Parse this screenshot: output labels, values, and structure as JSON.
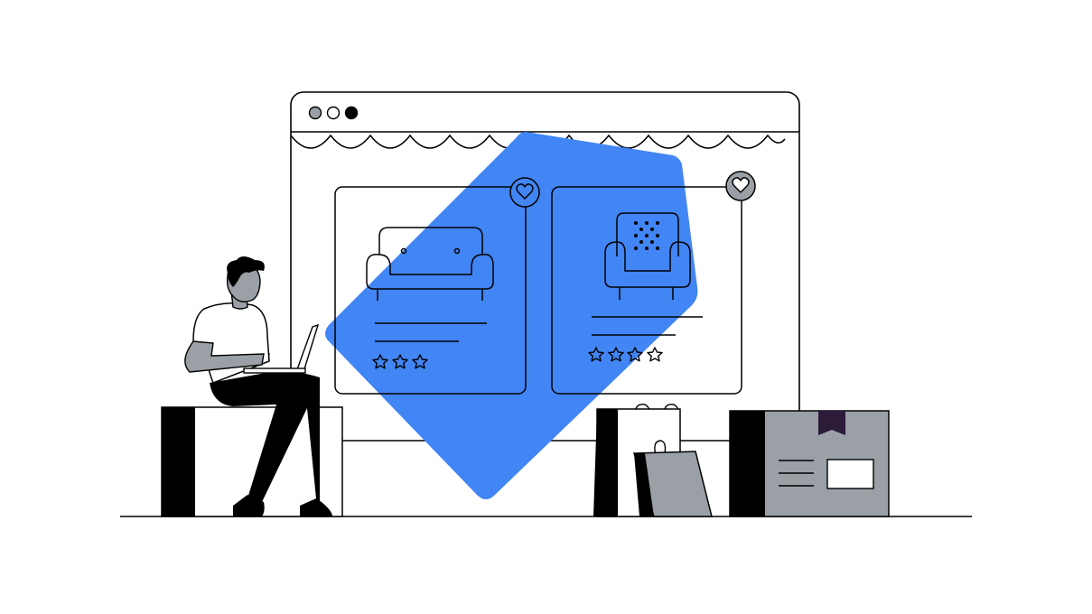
{
  "colors": {
    "background": "#ffffff",
    "ink": "#000000",
    "accent_blue": "#4285f4",
    "mid_gray": "#9aa0a6",
    "box_tape": "#2d1b3a"
  },
  "window": {
    "traffic_lights": [
      "dot-gray",
      "dot-white",
      "dot-black"
    ]
  },
  "products": [
    {
      "name": "sofa",
      "icon": "sofa-icon",
      "favorite_icon": "heart-icon",
      "rating_stars": 3
    },
    {
      "name": "armchair",
      "icon": "armchair-icon",
      "favorite_icon": "heart-icon",
      "rating_stars": 4
    }
  ],
  "scene_icons": [
    "person-with-laptop",
    "seat-block",
    "shopping-bag",
    "shopping-bag",
    "cardboard-box"
  ]
}
